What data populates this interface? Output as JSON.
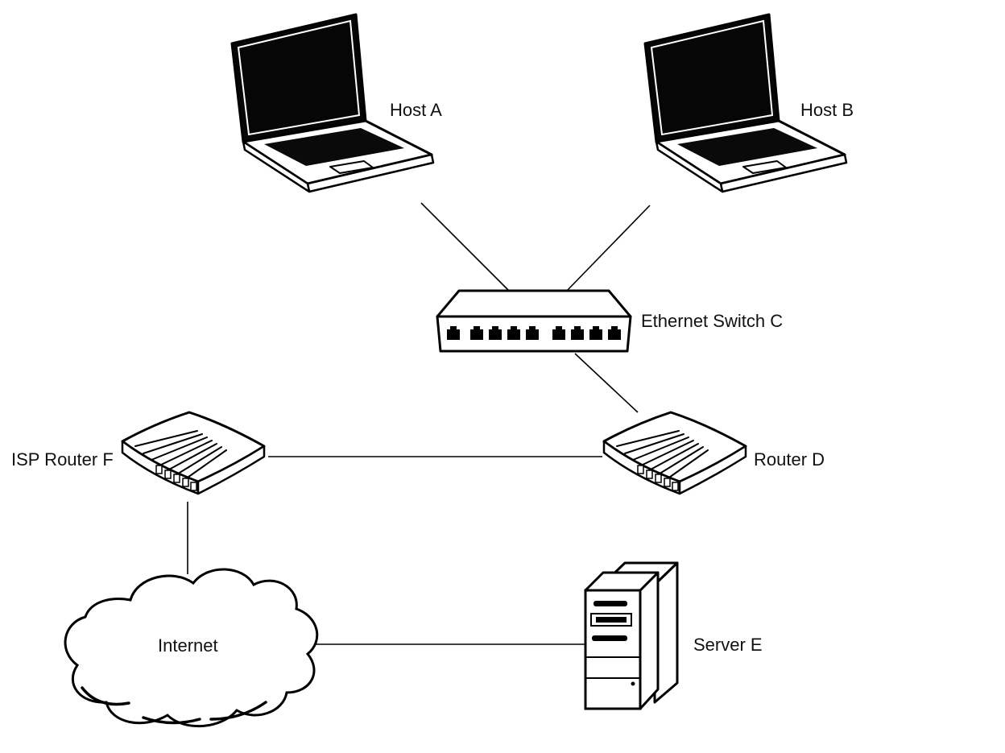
{
  "diagram": {
    "background_color": "#ffffff",
    "line_color": "#000000",
    "nodes": {
      "host_a": {
        "label": "Host A",
        "type": "laptop"
      },
      "host_b": {
        "label": "Host B",
        "type": "laptop"
      },
      "switch_c": {
        "label": "Ethernet Switch C",
        "type": "ethernet-switch"
      },
      "router_d": {
        "label": "Router D",
        "type": "router"
      },
      "isp_router_f": {
        "label": "ISP Router F",
        "type": "router"
      },
      "internet": {
        "label": "Internet",
        "type": "cloud"
      },
      "server_e": {
        "label": "Server E",
        "type": "tower-server"
      }
    },
    "connections": [
      {
        "from": "Host A",
        "to": "Ethernet Switch C"
      },
      {
        "from": "Host B",
        "to": "Ethernet Switch C"
      },
      {
        "from": "Ethernet Switch C",
        "to": "Router D"
      },
      {
        "from": "Router D",
        "to": "ISP Router F"
      },
      {
        "from": "ISP Router F",
        "to": "Internet"
      },
      {
        "from": "Internet",
        "to": "Server E"
      }
    ]
  }
}
